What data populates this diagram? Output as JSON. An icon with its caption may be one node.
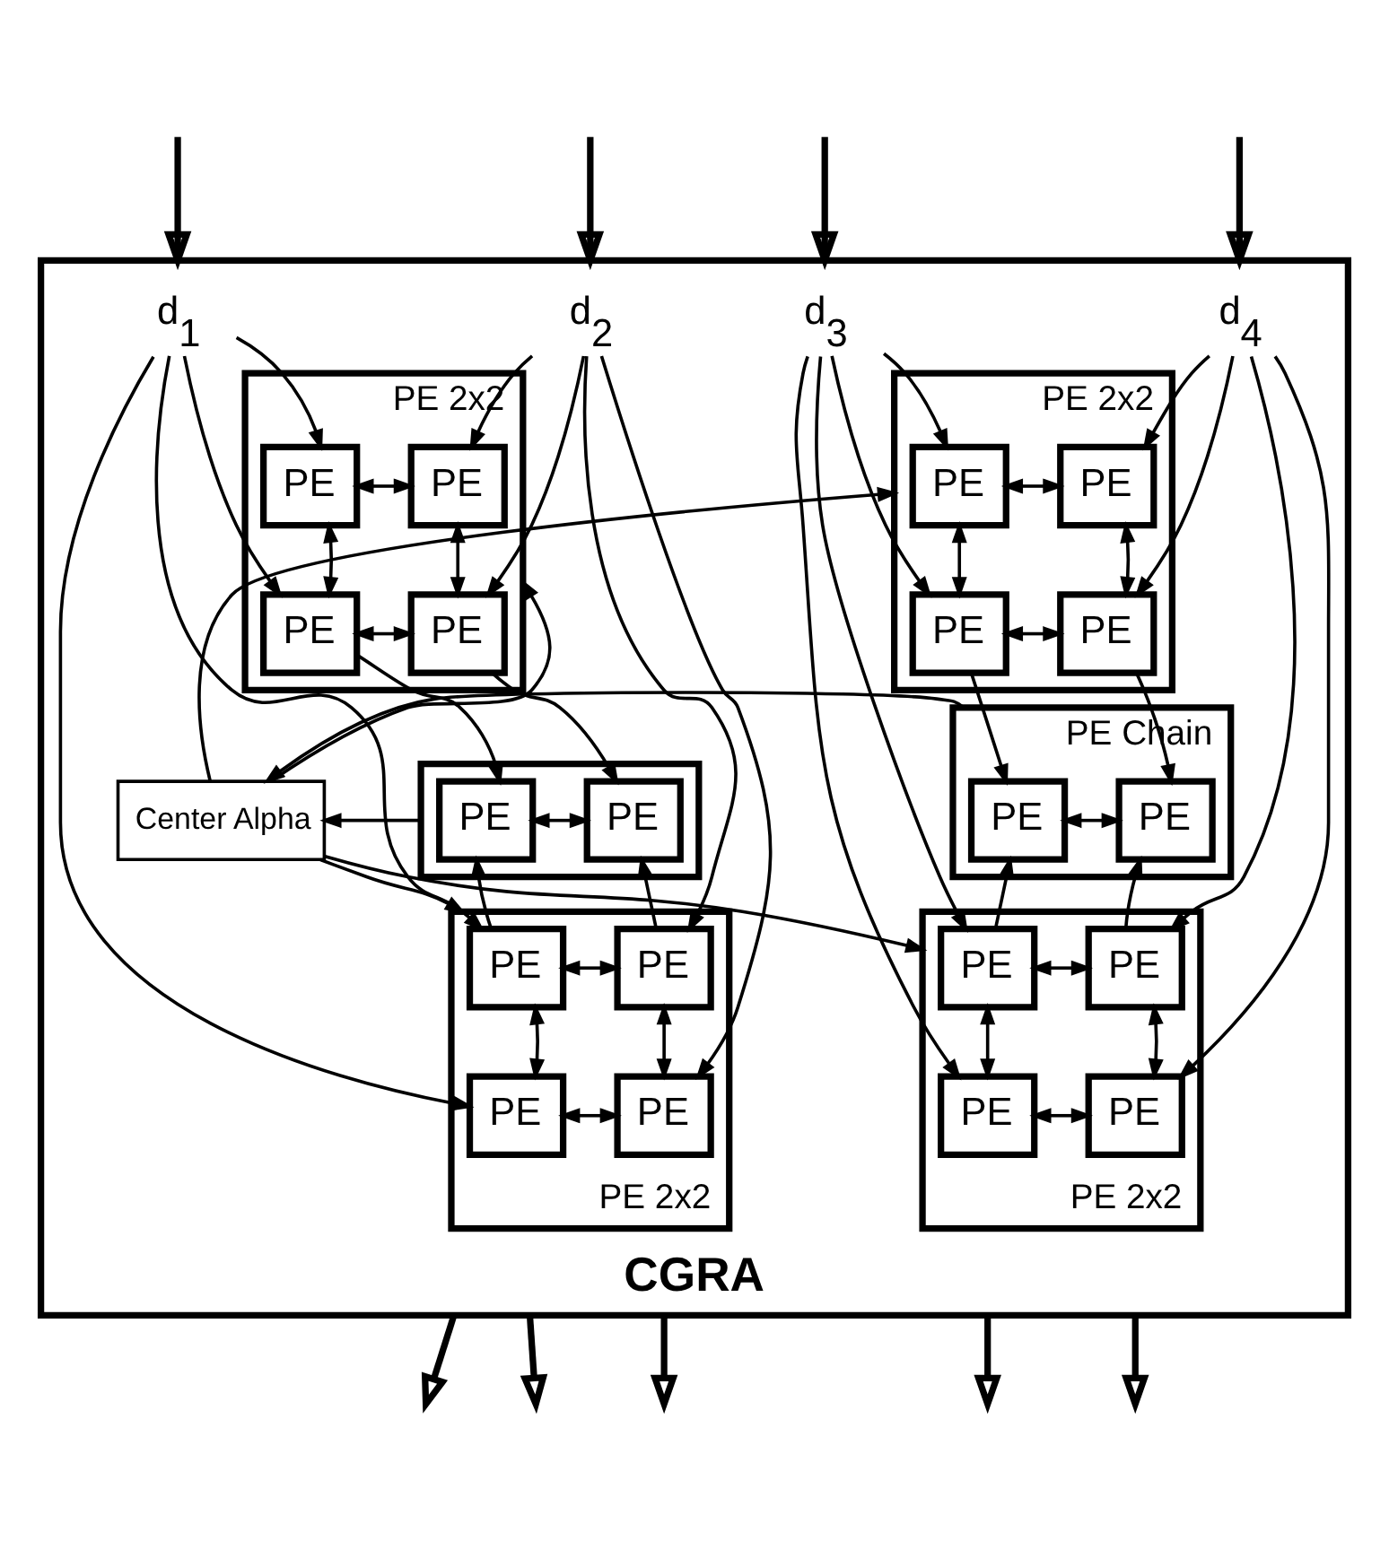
{
  "diagram": {
    "nodes": [
      {
        "text": [
          "CGRA"
        ]
      },
      {
        "text": [
          "d$_{1}$"
        ],
        "in": 0
      },
      {
        "text": [
          "d$_{2}$"
        ],
        "in": 0
      },
      {
        "text": [
          "d$_{3}$"
        ],
        "in": 0
      },
      {
        "text": [
          "d$_{4}$"
        ],
        "in": 0
      },
      {
        "text": [
          "PE 2x2"
        ],
        "in": 0
      },
      {
        "text": [
          "PE"
        ],
        "in": 5
      },
      {
        "text": [
          "PE"
        ],
        "in": 5
      },
      {
        "text": [
          "PE"
        ],
        "in": 5
      },
      {
        "text": [
          "PE"
        ],
        "in": 5
      },
      {
        "text": [
          "PE 2x2"
        ],
        "in": 0
      },
      {
        "text": [
          "PE"
        ],
        "in": 10
      },
      {
        "text": [
          "PE"
        ],
        "in": 10
      },
      {
        "text": [
          "PE"
        ],
        "in": 10
      },
      {
        "text": [
          "PE"
        ],
        "in": 10
      },
      {
        "text": [],
        "shape": "box",
        "in": 0
      },
      {
        "text": [
          "PE"
        ],
        "in": 15
      },
      {
        "text": [
          "PE"
        ],
        "in": 15
      },
      {
        "text": [
          "Center Alpha"
        ],
        "in": 0
      },
      {
        "text": [
          "PE Chain"
        ],
        "in": 0
      },
      {
        "text": [
          "PE"
        ],
        "in": 19
      },
      {
        "text": [
          "PE"
        ],
        "in": 19
      },
      {
        "text": [
          "PE 2x2"
        ],
        "in": 0
      },
      {
        "text": [
          "PE"
        ],
        "in": 22
      },
      {
        "text": [
          "PE"
        ],
        "in": 22
      },
      {
        "text": [
          "PE"
        ],
        "in": 22
      },
      {
        "text": [
          "PE"
        ],
        "in": 22
      },
      {
        "text": [
          "PE 2x2"
        ],
        "in": 0
      },
      {
        "text": [
          "PE"
        ],
        "in": 27
      },
      {
        "text": [
          "PE"
        ],
        "in": 27
      },
      {
        "text": [
          "PE"
        ],
        "in": 27
      },
      {
        "text": [
          "PE"
        ],
        "in": 27
      }
    ],
    "edges": [
      {
        "from": null,
        "to": 0,
        "arrow": "to",
        "style": "thick"
      },
      {
        "from": null,
        "to": 0,
        "arrow": "to",
        "style": "thick"
      },
      {
        "from": null,
        "to": 0,
        "arrow": "to",
        "style": "thick"
      },
      {
        "from": null,
        "to": 0,
        "arrow": "to",
        "style": "thick"
      },
      {
        "from": 6,
        "to": 7,
        "arrow": "both"
      },
      {
        "from": 8,
        "to": 9,
        "arrow": "both"
      },
      {
        "from": 6,
        "to": 8,
        "arrow": "both"
      },
      {
        "from": 7,
        "to": 9,
        "arrow": "both"
      },
      {
        "from": 11,
        "to": 12,
        "arrow": "both"
      },
      {
        "from": 13,
        "to": 14,
        "arrow": "both"
      },
      {
        "from": 11,
        "to": 13,
        "arrow": "both"
      },
      {
        "from": 12,
        "to": 14,
        "arrow": "both"
      },
      {
        "from": 8,
        "to": 16,
        "arrow": "to"
      },
      {
        "from": 9,
        "to": 17,
        "arrow": "to"
      },
      {
        "from": 13,
        "to": 20,
        "arrow": "to"
      },
      {
        "from": 14,
        "to": 21,
        "arrow": "to"
      },
      {
        "from": 16,
        "to": 17,
        "arrow": "both"
      },
      {
        "from": 20,
        "to": 21,
        "arrow": "both"
      },
      {
        "from": 15,
        "to": 18,
        "arrow": "to"
      },
      {
        "from": 19,
        "to": 18,
        "arrow": "to"
      },
      {
        "from": 18,
        "to": 5,
        "arrow": "to"
      },
      {
        "from": 18,
        "to": 10,
        "arrow": "to"
      },
      {
        "from": 18,
        "to": 22,
        "arrow": "to"
      },
      {
        "from": 18,
        "to": 27,
        "arrow": "to"
      },
      {
        "from": 23,
        "to": 16,
        "arrow": "to"
      },
      {
        "from": 24,
        "to": 17,
        "arrow": "to"
      },
      {
        "from": 28,
        "to": 20,
        "arrow": "to"
      },
      {
        "from": 29,
        "to": 21,
        "arrow": "to"
      },
      {
        "from": 23,
        "to": 24,
        "arrow": "both"
      },
      {
        "from": 25,
        "to": 26,
        "arrow": "both"
      },
      {
        "from": 23,
        "to": 25,
        "arrow": "both"
      },
      {
        "from": 24,
        "to": 26,
        "arrow": "both"
      },
      {
        "from": 28,
        "to": 29,
        "arrow": "both"
      },
      {
        "from": 30,
        "to": 31,
        "arrow": "both"
      },
      {
        "from": 28,
        "to": 30,
        "arrow": "both"
      },
      {
        "from": 29,
        "to": 31,
        "arrow": "both"
      },
      {
        "from": 1,
        "to": 6,
        "arrow": "to"
      },
      {
        "from": 1,
        "to": 8,
        "arrow": "to"
      },
      {
        "from": 1,
        "to": 23,
        "arrow": "to"
      },
      {
        "from": 1,
        "to": 25,
        "arrow": "to"
      },
      {
        "from": 2,
        "to": 7,
        "arrow": "to"
      },
      {
        "from": 2,
        "to": 9,
        "arrow": "to"
      },
      {
        "from": 2,
        "to": 24,
        "arrow": "to"
      },
      {
        "from": 2,
        "to": 26,
        "arrow": "to"
      },
      {
        "from": 3,
        "to": 11,
        "arrow": "to"
      },
      {
        "from": 3,
        "to": 13,
        "arrow": "to"
      },
      {
        "from": 3,
        "to": 28,
        "arrow": "to"
      },
      {
        "from": 3,
        "to": 30,
        "arrow": "to"
      },
      {
        "from": 4,
        "to": 12,
        "arrow": "to"
      },
      {
        "from": 4,
        "to": 14,
        "arrow": "to"
      },
      {
        "from": 4,
        "to": 29,
        "arrow": "to"
      },
      {
        "from": 4,
        "to": 31,
        "arrow": "to"
      },
      {
        "from": 0,
        "to": null,
        "arrow": "to",
        "style": "thick"
      },
      {
        "from": 0,
        "to": null,
        "arrow": "to",
        "style": "thick"
      },
      {
        "from": 0,
        "to": null,
        "arrow": "to",
        "style": "thick"
      },
      {
        "from": 0,
        "to": null,
        "arrow": "to",
        "style": "thick"
      },
      {
        "from": 0,
        "to": null,
        "arrow": "to",
        "style": "thick"
      }
    ]
  }
}
